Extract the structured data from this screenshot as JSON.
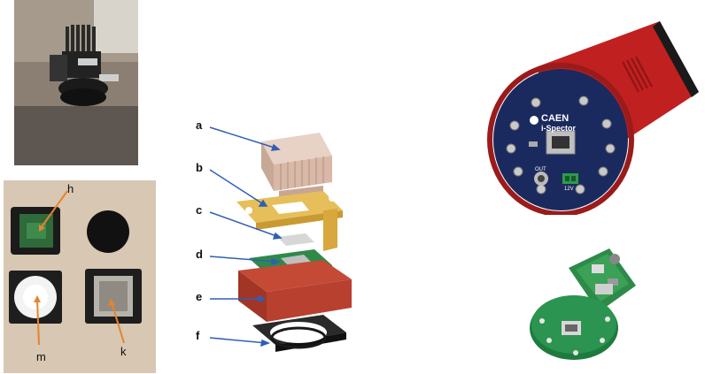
{
  "figure": {
    "exploded_labels": [
      "a",
      "b",
      "c",
      "d",
      "e",
      "f"
    ],
    "photo_labels": {
      "h": "h",
      "k": "k",
      "m": "m"
    },
    "device_brand": "CAEN",
    "device_model": "i-Spector",
    "device_port_out": "OUT",
    "device_port_power": "12V",
    "colors": {
      "red_housing": "#c0201f",
      "navy_face": "#1b2a5e",
      "heatsink": "#d9b8a8",
      "bracket": "#e3b54a",
      "pcb": "#2f8a4a",
      "base": "#b8402f"
    }
  }
}
